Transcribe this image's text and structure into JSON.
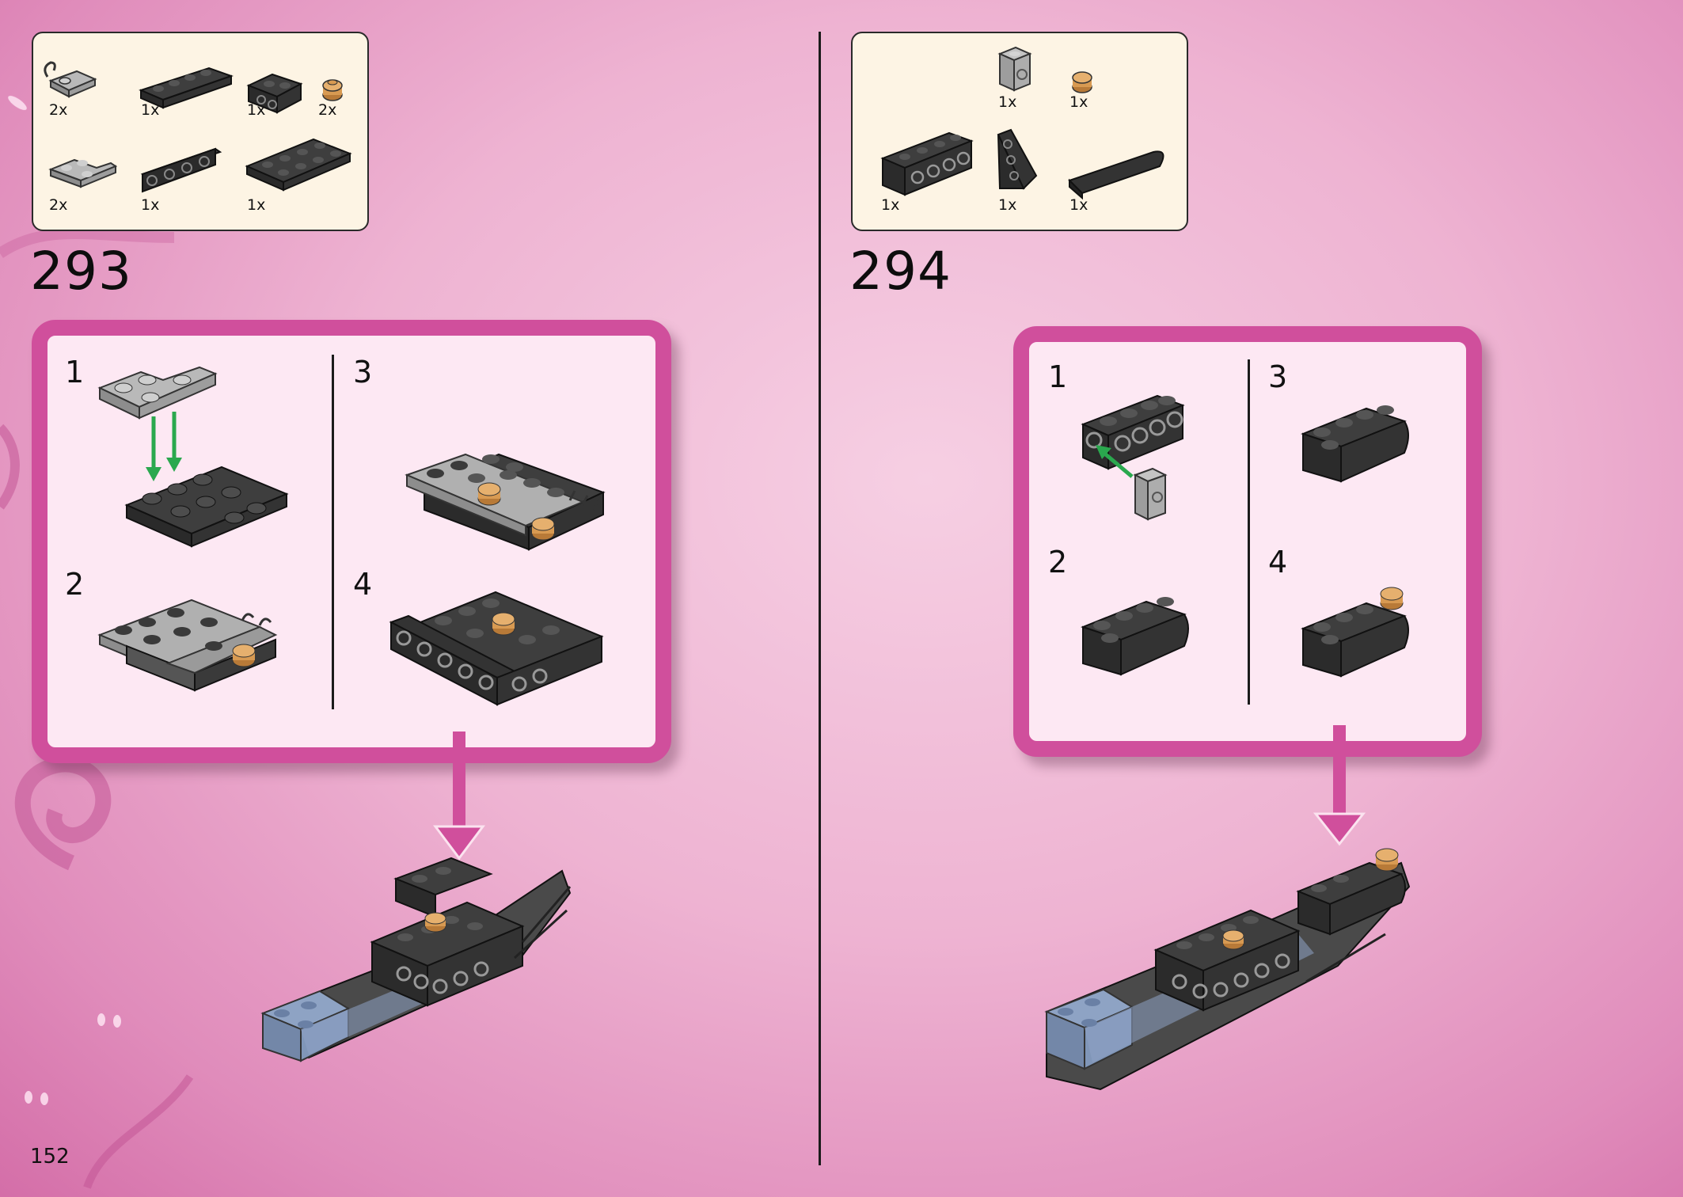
{
  "page": {
    "page_number": "152"
  },
  "steps": [
    {
      "number": "293",
      "parts": [
        {
          "qty": "2x",
          "icon": "light-gray-clip-plate-icon"
        },
        {
          "qty": "1x",
          "icon": "dark-gray-plate-1x4-icon"
        },
        {
          "qty": "1x",
          "icon": "dark-gray-slope-brick-icon"
        },
        {
          "qty": "2x",
          "icon": "tan-round-stud-icon"
        },
        {
          "qty": "2x",
          "icon": "light-gray-corner-plate-icon"
        },
        {
          "qty": "1x",
          "icon": "dark-gray-bracket-plate-icon"
        },
        {
          "qty": "1x",
          "icon": "dark-gray-plate-2x4-icon"
        }
      ],
      "substeps": [
        "1",
        "2",
        "3",
        "4"
      ]
    },
    {
      "number": "294",
      "parts": [
        {
          "qty": "1x",
          "icon": "light-gray-bracket-brick-icon"
        },
        {
          "qty": "1x",
          "icon": "tan-round-stud-icon"
        },
        {
          "qty": "1x",
          "icon": "dark-gray-technic-brick-icon"
        },
        {
          "qty": "1x",
          "icon": "dark-gray-wedge-icon"
        },
        {
          "qty": "1x",
          "icon": "dark-gray-curved-slope-icon"
        }
      ],
      "substeps": [
        "1",
        "2",
        "3",
        "4"
      ]
    }
  ],
  "colors": {
    "frame": "#d04f9c",
    "frame_fill": "#fde8f3",
    "parts_box": "#fdf4e4",
    "arrow": "#d04f9c",
    "dark_brick": "#3a3a3a",
    "light_brick": "#a3a3a3",
    "blue_brick": "#8ea3c4",
    "tan_stud": "#d89a52",
    "green_arrow": "#2aa84e"
  }
}
